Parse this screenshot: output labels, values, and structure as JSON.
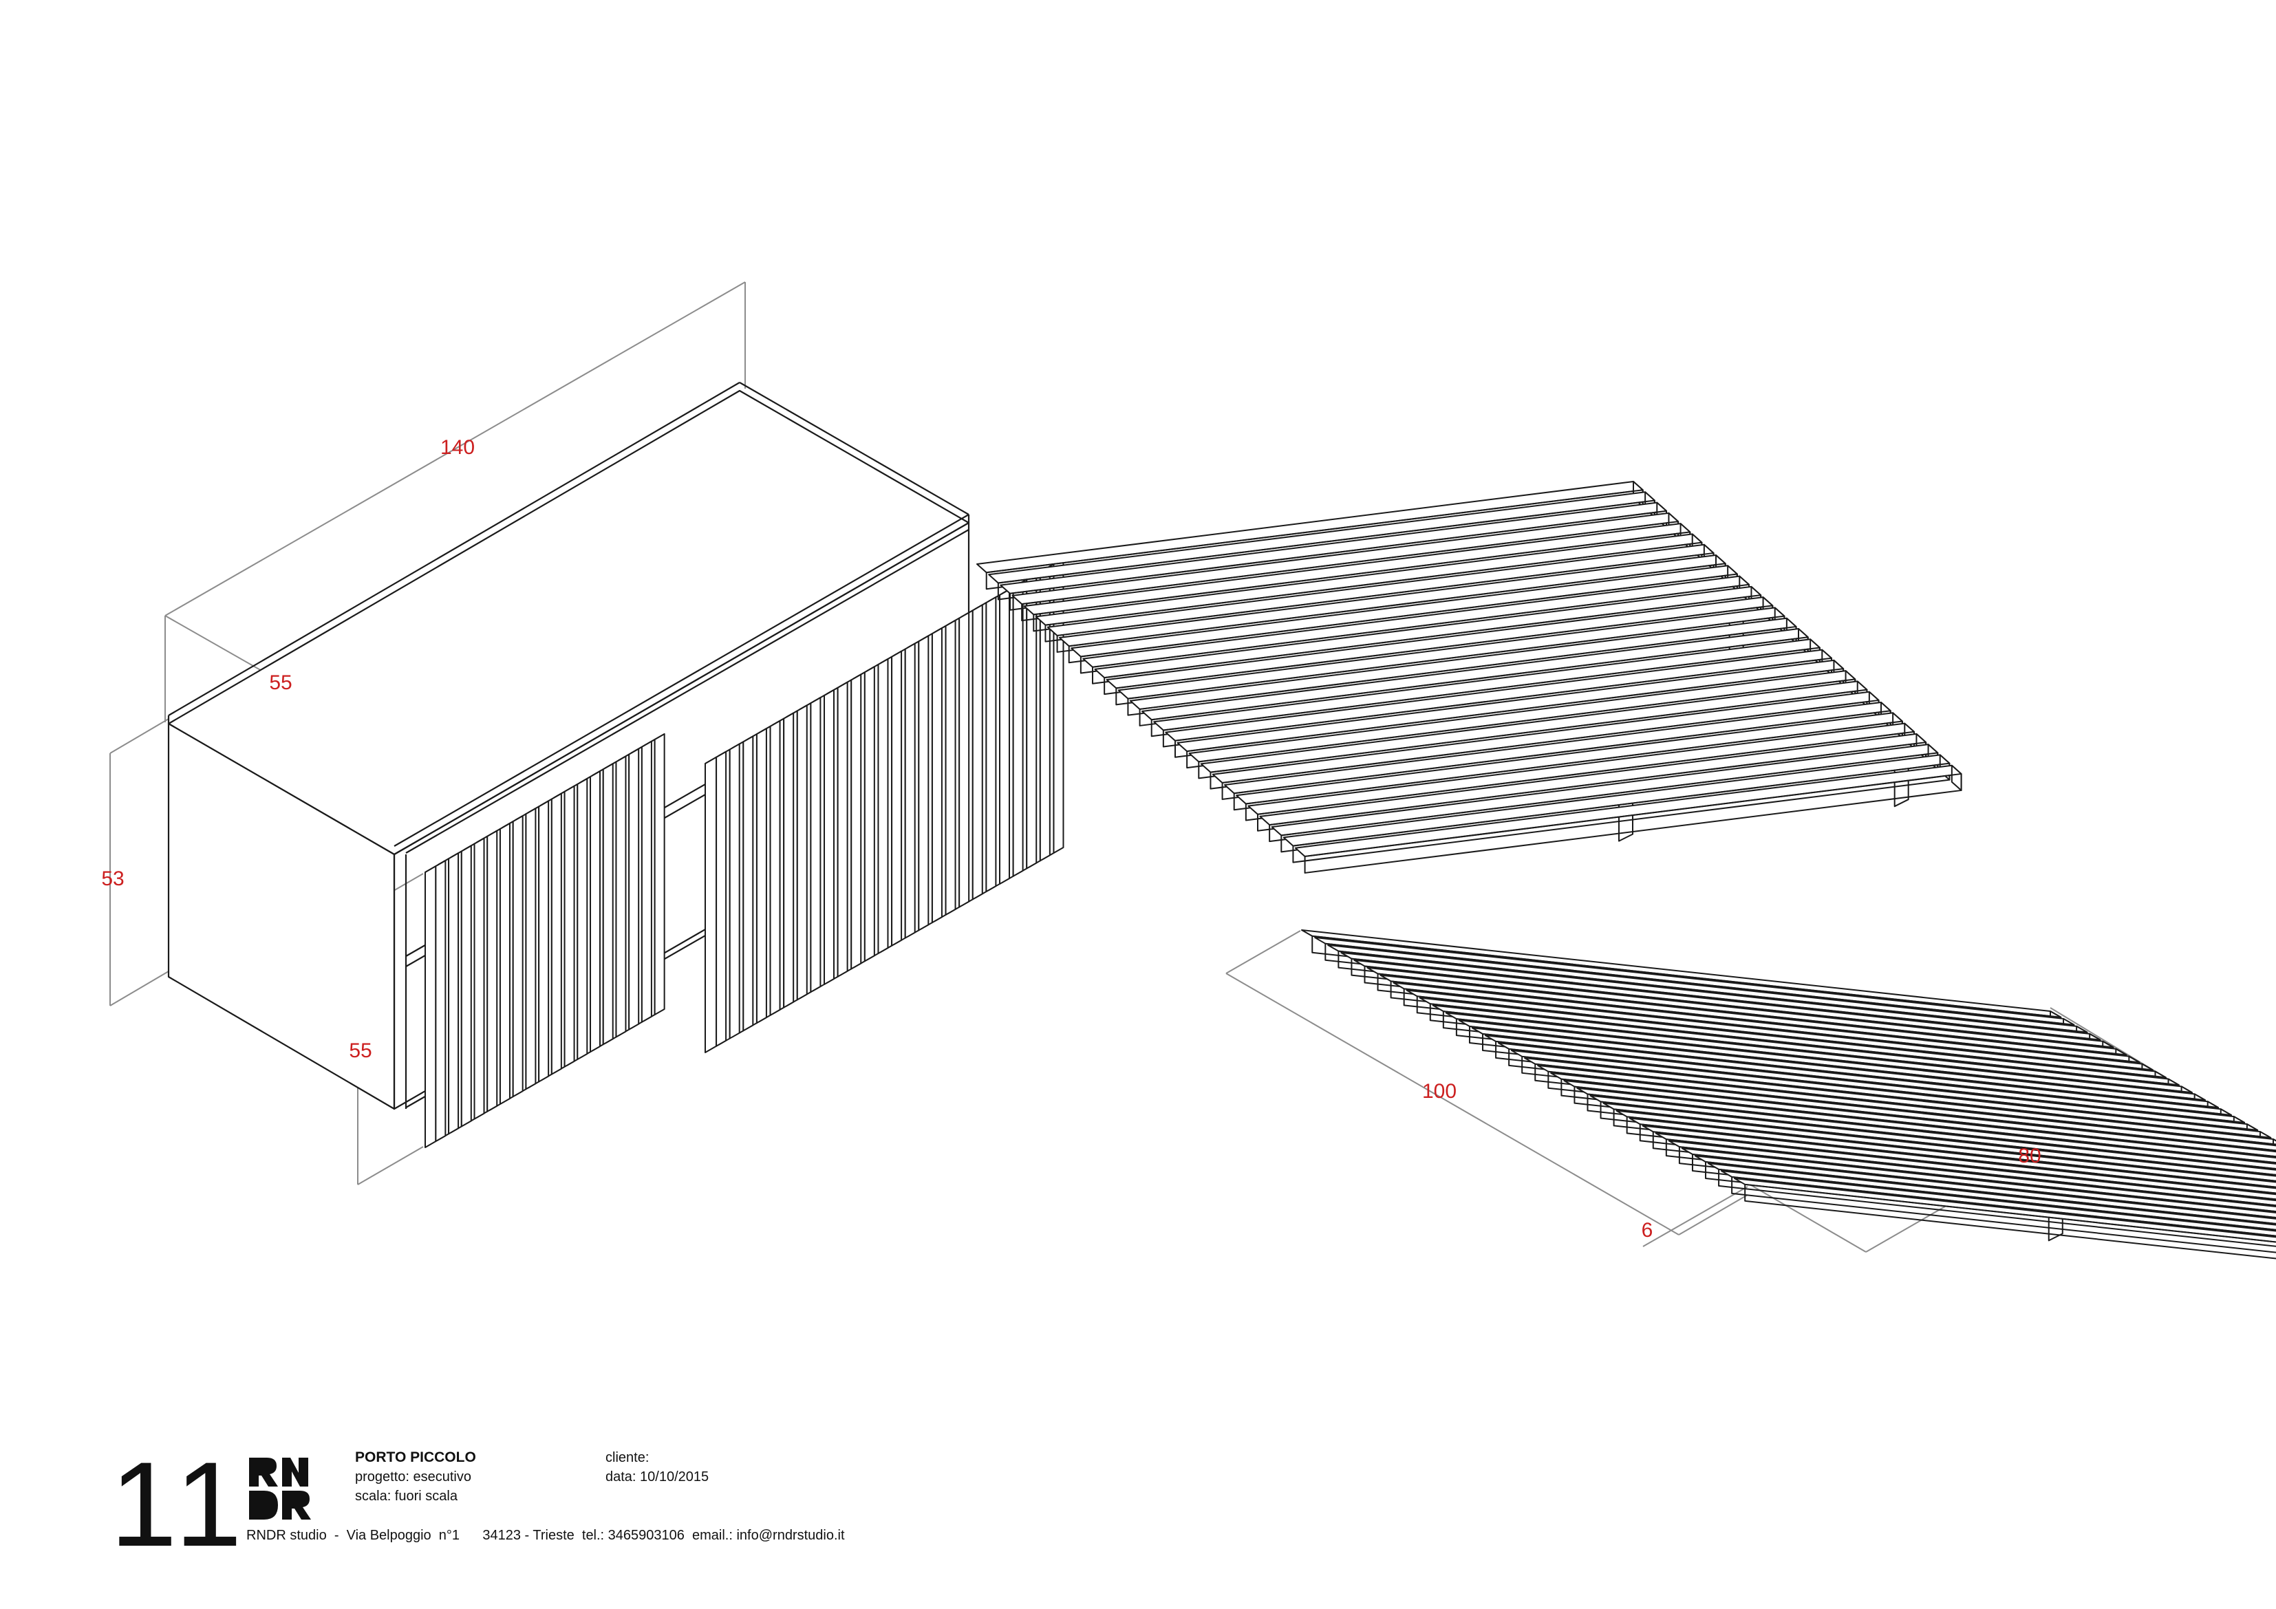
{
  "dimensions": {
    "cabinet_length": "140",
    "cabinet_depth": "55",
    "cabinet_height": "53",
    "door_height": "55",
    "platform_length": "100",
    "platform_width": "80",
    "platform_thickness": "6"
  },
  "colors": {
    "line": "#1a1a1a",
    "dimension_line": "#8c8c8c",
    "dimension_text": "#cc1f1f"
  },
  "title_block": {
    "page_number": "11",
    "logo": "RNDR",
    "project_name": "PORTO PICCOLO",
    "progetto": "progetto: esecutivo",
    "scala": "scala: fuori scala",
    "cliente": "cliente:",
    "data": "data: 10/10/2015",
    "studio": "RNDR studio  -  Via Belpoggio  n°1",
    "address": "34123 - Trieste  tel.: 3465903106  email.: info@rndrstudio.it"
  }
}
